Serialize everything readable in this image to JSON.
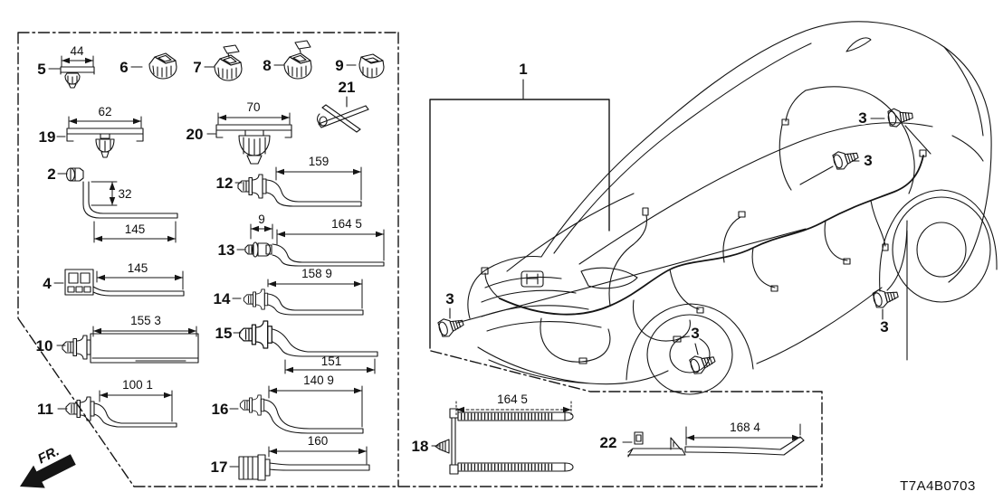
{
  "panel": {
    "parts": {
      "p1": {
        "ref": "1"
      },
      "p2": {
        "ref": "2",
        "dim_height": "32",
        "dim_length": "145"
      },
      "p3": {
        "ref": "3"
      },
      "p4": {
        "ref": "4",
        "dim_length": "145"
      },
      "p5": {
        "ref": "5",
        "dim_length": "44"
      },
      "p6": {
        "ref": "6"
      },
      "p7": {
        "ref": "7"
      },
      "p8": {
        "ref": "8"
      },
      "p9": {
        "ref": "9"
      },
      "p10": {
        "ref": "10",
        "dim_length": "155 3"
      },
      "p11": {
        "ref": "11",
        "dim_length": "100 1"
      },
      "p12": {
        "ref": "12",
        "dim_length": "159"
      },
      "p13": {
        "ref": "13",
        "dim_width": "9",
        "dim_length": "164 5"
      },
      "p14": {
        "ref": "14",
        "dim_length": "158 9"
      },
      "p15": {
        "ref": "15",
        "dim_length": "151"
      },
      "p16": {
        "ref": "16",
        "dim_length": "140 9"
      },
      "p17": {
        "ref": "17",
        "dim_length": "160"
      },
      "p18": {
        "ref": "18",
        "dim_length": "164 5"
      },
      "p19": {
        "ref": "19",
        "dim_length": "62"
      },
      "p20": {
        "ref": "20",
        "dim_length": "70"
      },
      "p21": {
        "ref": "21"
      },
      "p22": {
        "ref": "22",
        "dim_length": "168 4"
      }
    }
  },
  "orientation": {
    "front_label": "FR."
  },
  "footer": {
    "diagram_code": "T7A4B0703"
  },
  "colors": {
    "line": "#151515",
    "background": "#ffffff"
  }
}
